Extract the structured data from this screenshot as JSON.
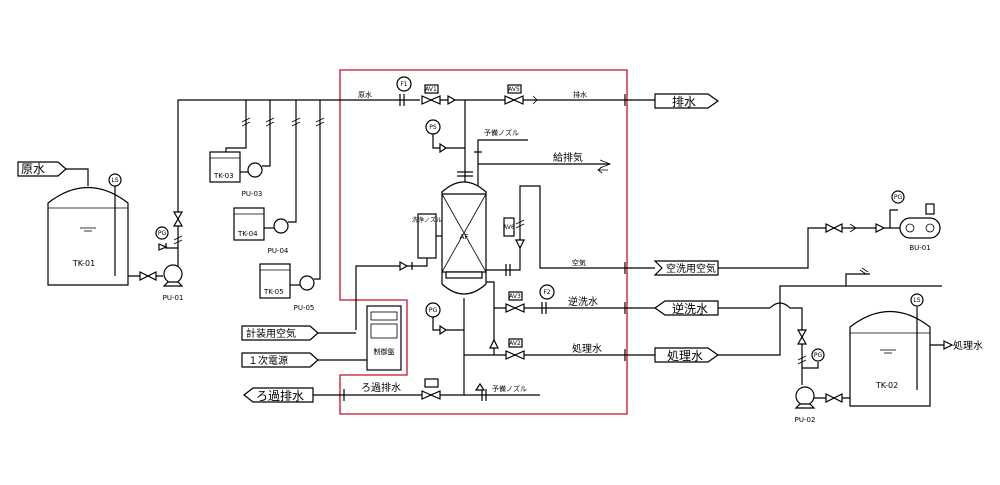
{
  "tanks": {
    "tk01": "TK-01",
    "tk02": "TK-02",
    "tk03": "TK-03",
    "tk04": "TK-04",
    "tk05": "TK-05"
  },
  "pumps": {
    "pu01": "PU-01",
    "pu02": "PU-02",
    "pu03": "PU-03",
    "pu04": "PU-04",
    "pu05": "PU-05"
  },
  "blower": "BU-01",
  "instruments": {
    "ls": "LS",
    "pg": "PG",
    "ps": "PS",
    "f1": "F1",
    "f2": "F2"
  },
  "valves": {
    "av1": "AV1",
    "av2": "AV2",
    "av3": "AV3",
    "av5": "AV5",
    "av6": "AV6"
  },
  "filter": "AF",
  "rinse_nozzle": "洗浄ノズル",
  "rinse_nozzle_mini": "洗浄ノズ",
  "control_panel": "制御盤",
  "terminals": {
    "raw_water": "原水",
    "drain": "排水",
    "air_wash": "空洗用空気",
    "backwash": "逆洗水",
    "treated": "処理水",
    "inst_air": "計装用空気",
    "primary_power": "１次電源",
    "filter_drain": "ろ過排水"
  },
  "line_labels": {
    "raw_water": "原水",
    "drain": "排水",
    "spare_nozzle_top": "予備ノズル",
    "vent": "給排気",
    "air": "空気",
    "backwash": "逆洗水",
    "treated": "処理水",
    "filter_drain": "ろ過排水",
    "spare_nozzle_bottom": "予備ノズル",
    "treated_out": "処理水"
  },
  "colors": {
    "red_boundary": "#c8102e",
    "line": "#000000"
  }
}
